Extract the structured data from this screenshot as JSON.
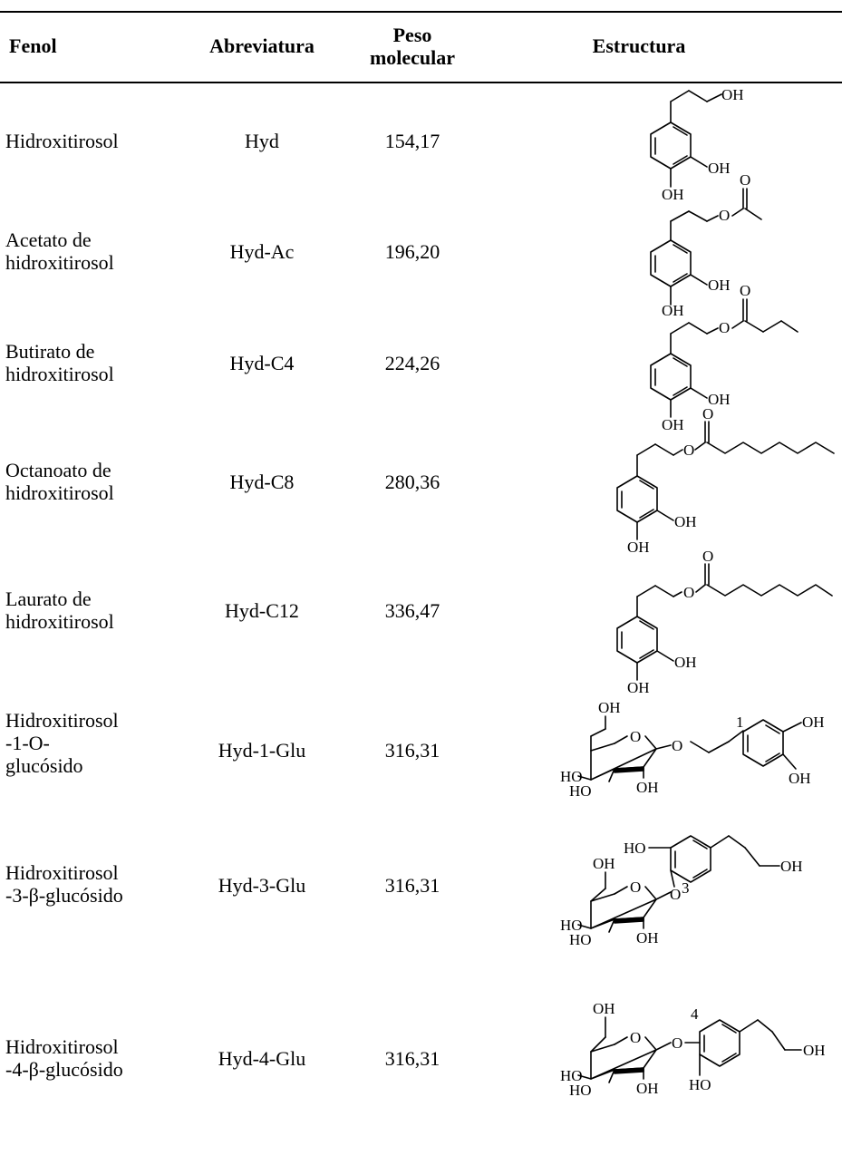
{
  "header": {
    "col_phenol": "Fenol",
    "col_abbreviation": "Abreviatura",
    "col_mw_line1": "Peso",
    "col_mw_line2": "molecular",
    "col_structure": "Estructura"
  },
  "rows": [
    {
      "name": [
        "Hidroxitirosol"
      ],
      "abbr": "Hyd",
      "mw": "154,17"
    },
    {
      "name": [
        "Acetato de",
        "hidroxitirosol"
      ],
      "abbr": "Hyd-Ac",
      "mw": "196,20"
    },
    {
      "name": [
        "Butirato de",
        "hidroxitirosol"
      ],
      "abbr": "Hyd-C4",
      "mw": "224,26"
    },
    {
      "name": [
        "Octanoato de",
        "hidroxitirosol"
      ],
      "abbr": "Hyd-C8",
      "mw": "280,36"
    },
    {
      "name": [
        "Laurato de",
        "hidroxitirosol"
      ],
      "abbr": "Hyd-C12",
      "mw": "336,47"
    },
    {
      "name": [
        "Hidroxitirosol",
        "-1-O-",
        "glucósido"
      ],
      "abbr": "Hyd-1-Glu",
      "mw": "316,31"
    },
    {
      "name": [
        "Hidroxitirosol",
        "-3-β-glucósido"
      ],
      "abbr": "Hyd-3-Glu",
      "mw": "316,31"
    },
    {
      "name": [
        "Hidroxitirosol",
        "-4-β-glucósido"
      ],
      "abbr": "Hyd-4-Glu",
      "mw": "316,31"
    }
  ],
  "structure_labels": {
    "oh": "OH",
    "o": "O",
    "ho": "HO",
    "pos1": "1",
    "pos3": "3",
    "pos4": "4"
  }
}
